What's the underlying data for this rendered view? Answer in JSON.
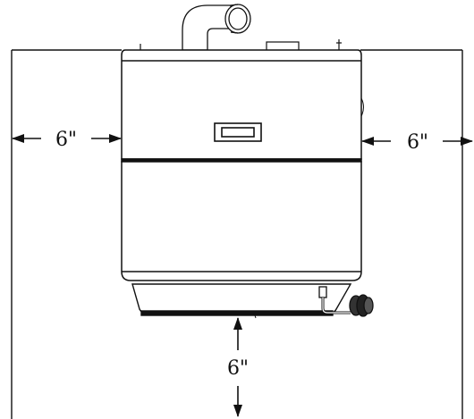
{
  "labels": {
    "left_clearance": "6\"",
    "right_clearance": "6\"",
    "bottom_clearance": "6\""
  },
  "colors": {
    "stroke": "#111111",
    "background": "#ffffff"
  }
}
